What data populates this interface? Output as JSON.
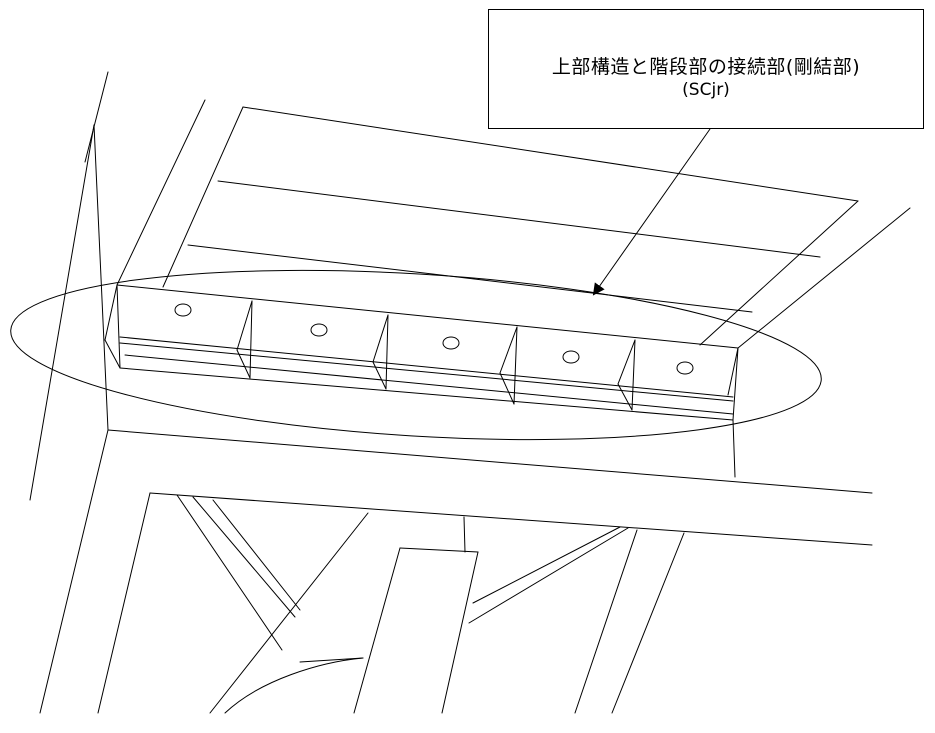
{
  "callout": {
    "title": "上部構造と階段部の接続部(剛結部)",
    "code": "(SCjr)"
  },
  "highlight": {
    "shape": "ellipse",
    "bolt_holes": 5
  },
  "colors": {
    "line": "#000000",
    "background": "#ffffff"
  }
}
